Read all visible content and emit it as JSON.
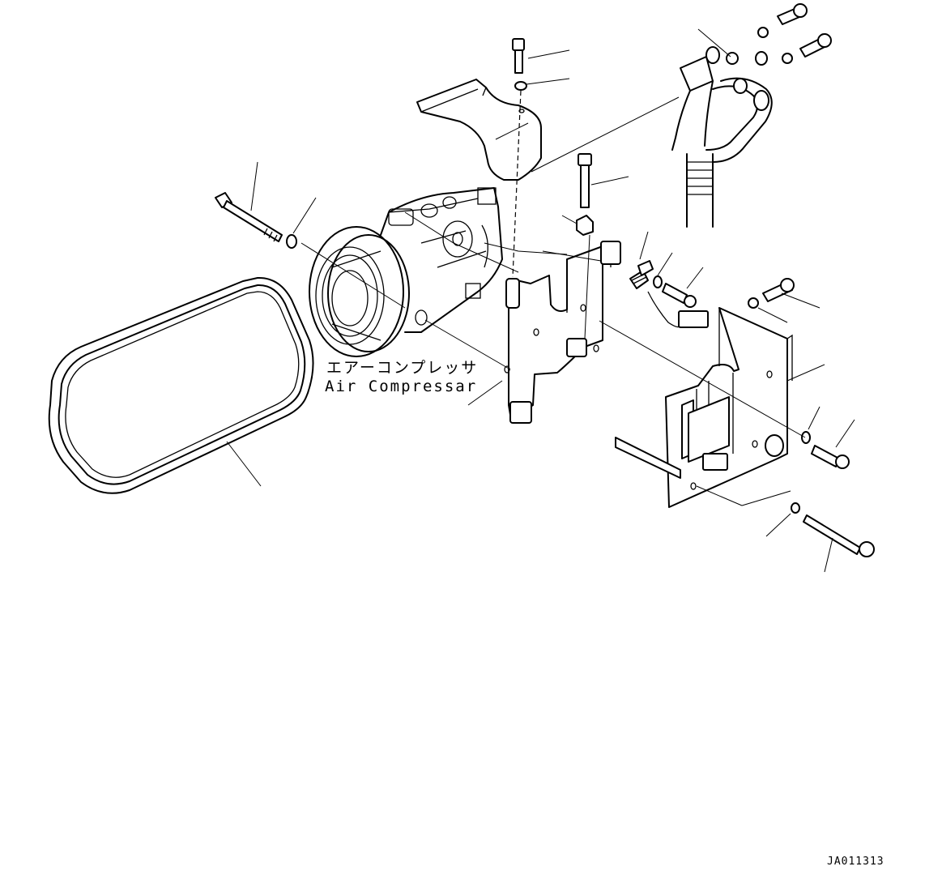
{
  "diagram": {
    "part_label_jp": "エアーコンプレッサ",
    "part_label_en": "Air Compressar",
    "drawing_id": "JA011313"
  },
  "parts": [
    {
      "name": "drive-belt"
    },
    {
      "name": "air-compressor"
    },
    {
      "name": "compressor-bracket"
    },
    {
      "name": "mounting-plate"
    },
    {
      "name": "belt-cover"
    },
    {
      "name": "refrigerant-hoses"
    },
    {
      "name": "bolts"
    },
    {
      "name": "washers"
    },
    {
      "name": "nut"
    },
    {
      "name": "wire-connector"
    }
  ]
}
